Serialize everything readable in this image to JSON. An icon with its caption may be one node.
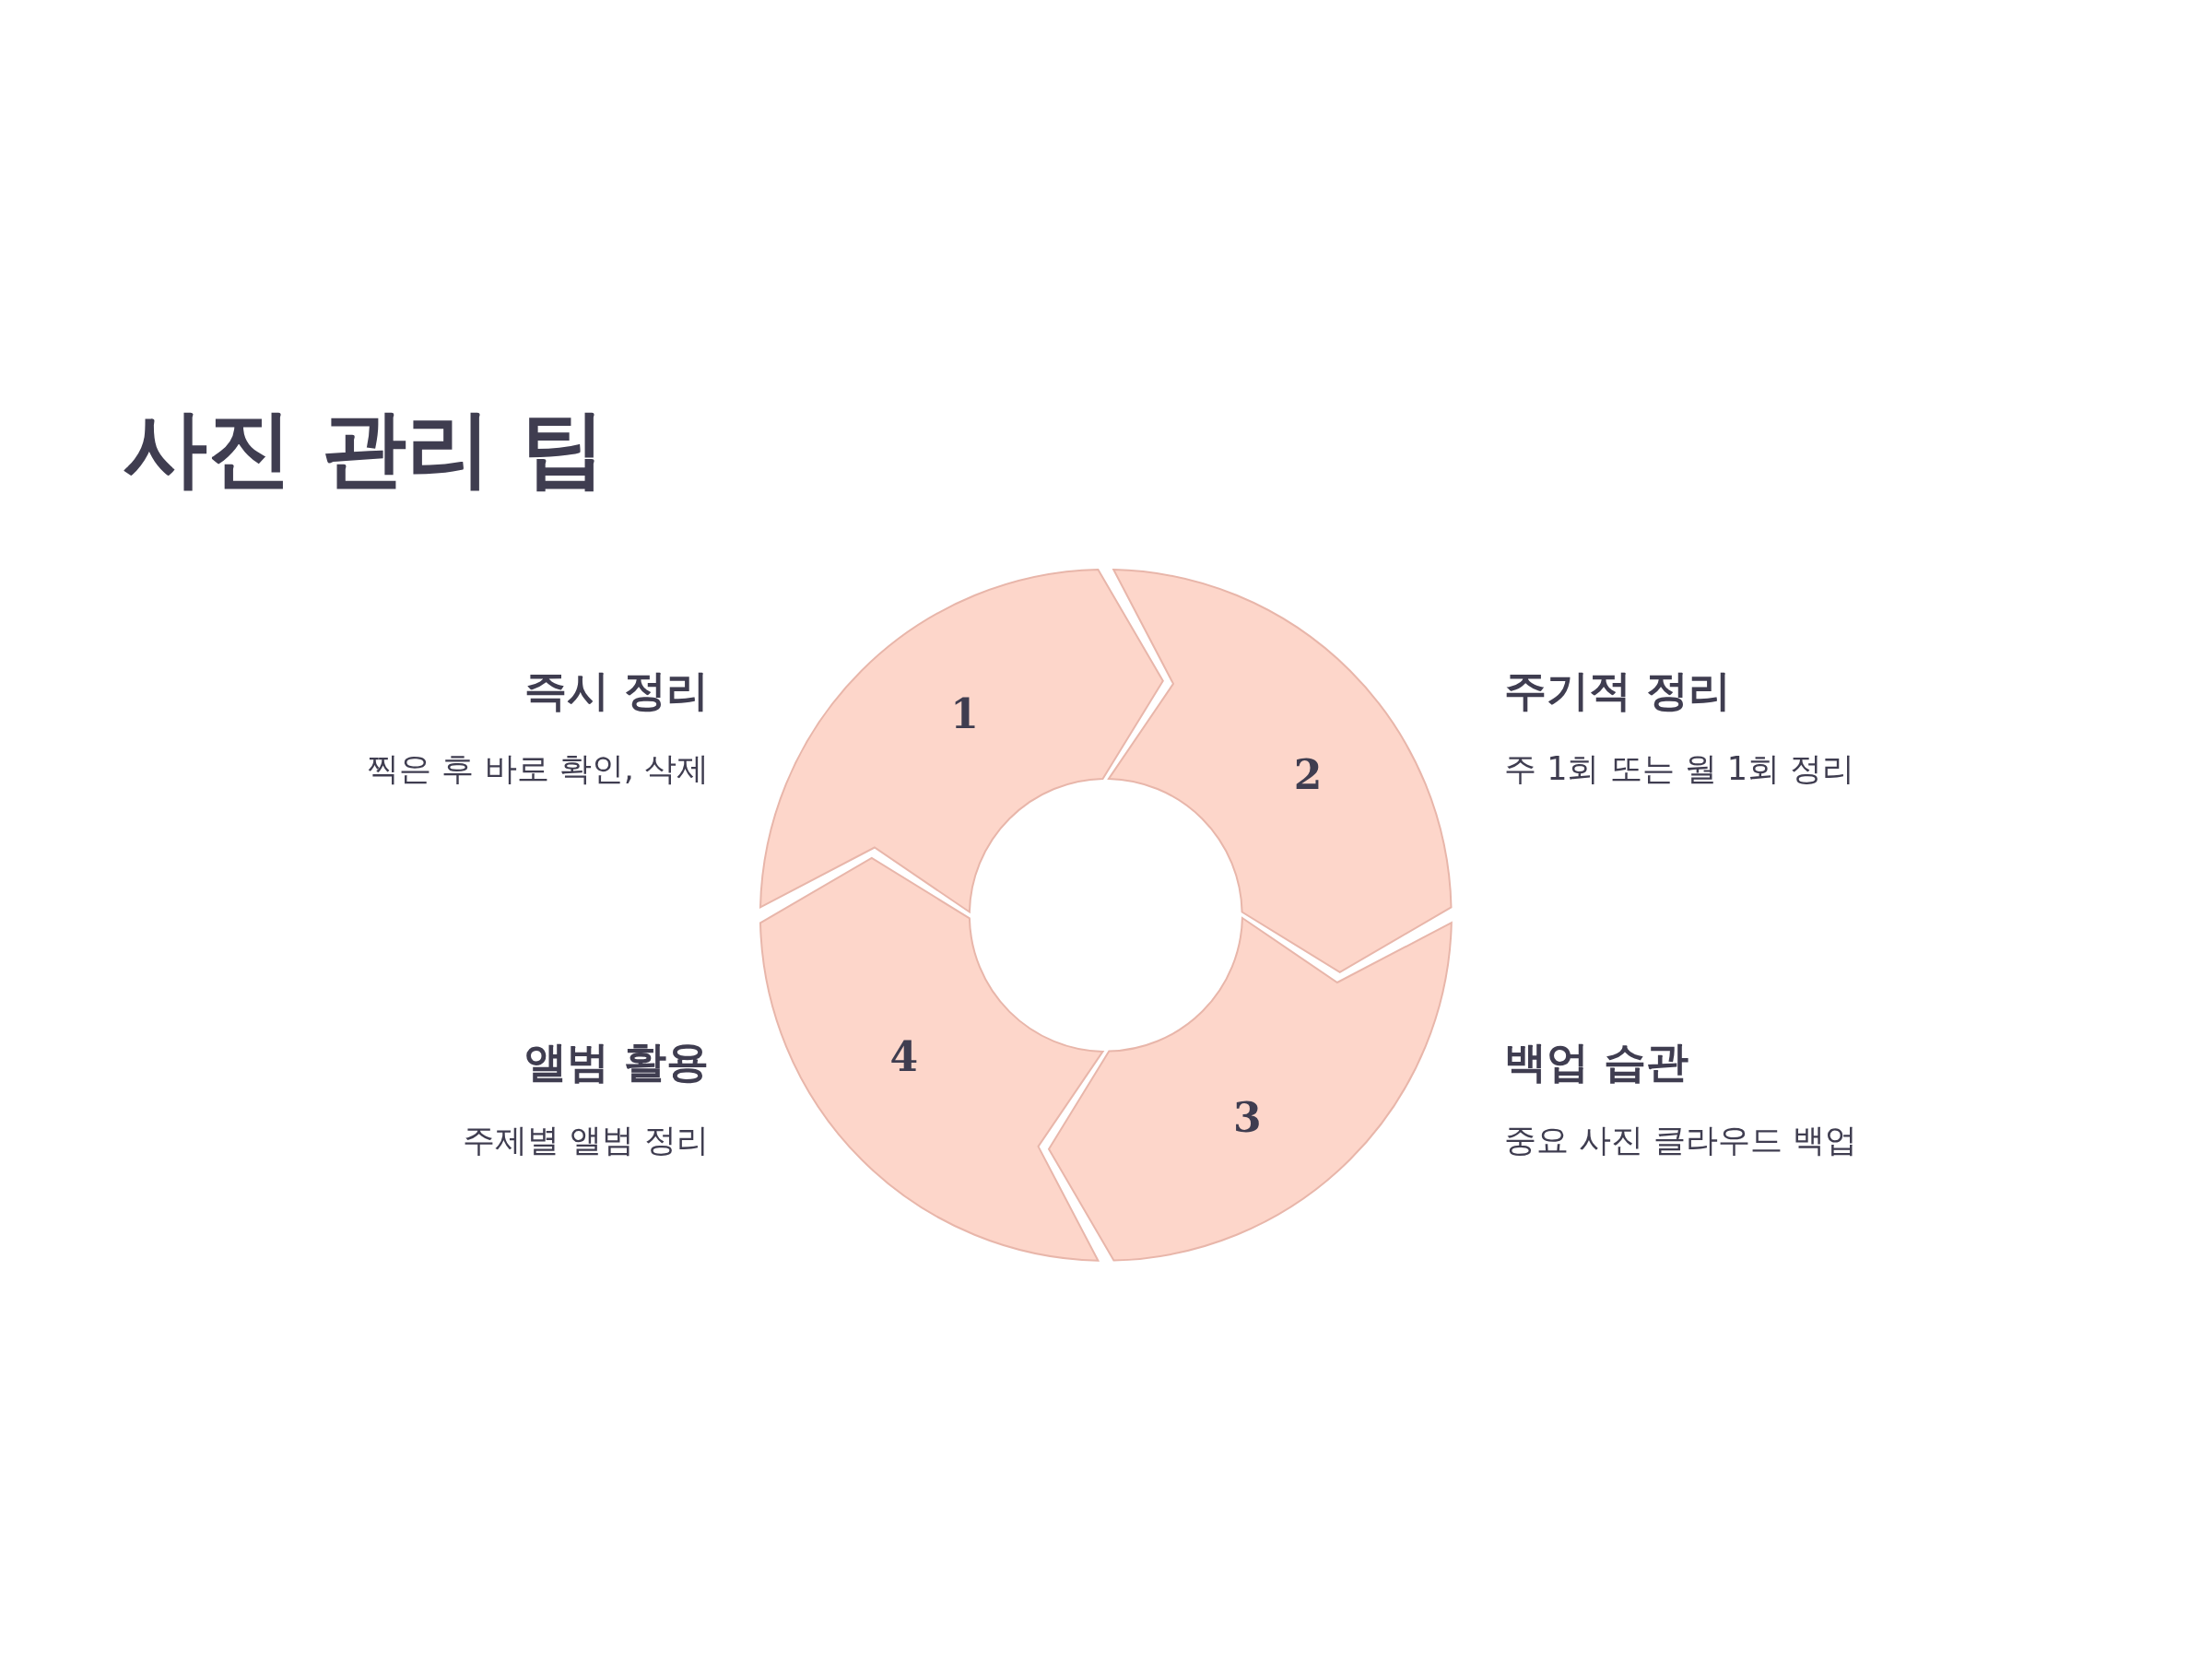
{
  "diagram": {
    "title": "사진 관리 팁",
    "nodes": [
      {
        "text": [
          "1"
        ],
        "beside": [
          "즉시 정리",
          "찍은 후 바로 확인, 삭제"
        ]
      },
      {
        "text": [
          "2"
        ],
        "beside": [
          "주기적 정리",
          "주 1회 또는 월 1회 정리"
        ]
      },
      {
        "text": [
          "3"
        ],
        "beside": [
          "백업 습관",
          "중요 사진 클라우드 백업"
        ]
      },
      {
        "text": [
          "4"
        ],
        "beside": [
          "앨범 활용",
          "주제별 앨범 정리"
        ]
      }
    ]
  }
}
